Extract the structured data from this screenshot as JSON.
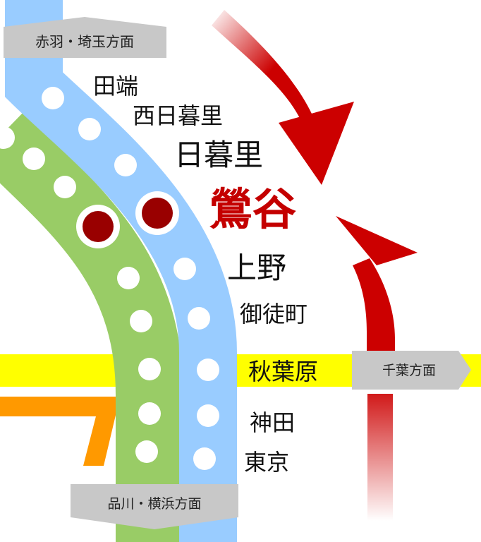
{
  "directions": {
    "north": "赤羽・埼玉方面",
    "east": "千葉方面",
    "south": "品川・横浜方面"
  },
  "stations": [
    {
      "name": "田端"
    },
    {
      "name": "西日暮里"
    },
    {
      "name": "日暮里"
    },
    {
      "name": "鶯谷",
      "highlight": true
    },
    {
      "name": "上野"
    },
    {
      "name": "御徒町"
    },
    {
      "name": "秋葉原"
    },
    {
      "name": "神田"
    },
    {
      "name": "東京"
    }
  ],
  "colors": {
    "keihin_tohoku_line": "#99ccff",
    "yamanote_line": "#99cc66",
    "sobu_line": "#ffff00",
    "chuo_line": "#ff9900",
    "arrow": "#cc0000",
    "highlight_station_dot": "#990000",
    "label_box": "#c8c8c8"
  }
}
